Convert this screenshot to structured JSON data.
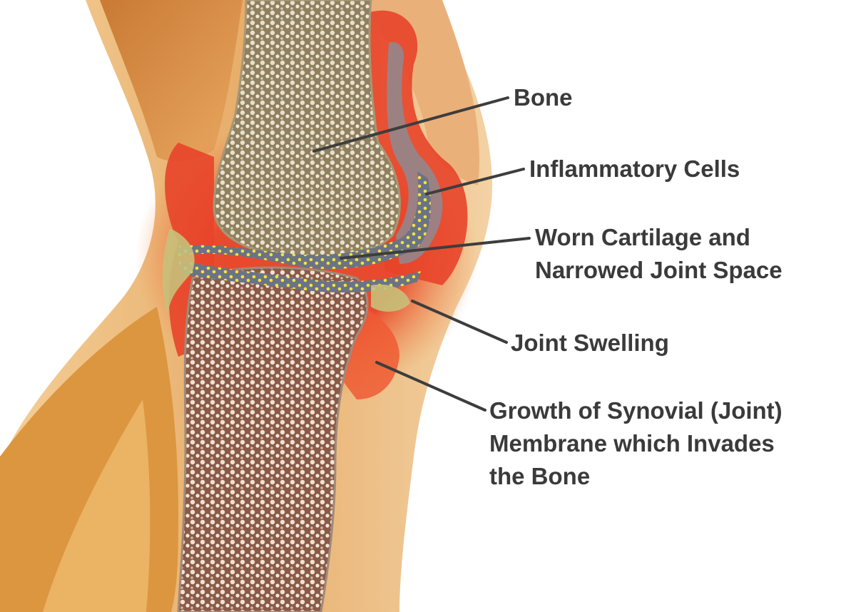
{
  "diagram": {
    "labels": [
      {
        "id": "bone",
        "lines": [
          "Bone"
        ]
      },
      {
        "id": "inflammatory-cells",
        "lines": [
          "Inflammatory Cells"
        ]
      },
      {
        "id": "worn-cartilage",
        "lines": [
          "Worn Cartilage and",
          "Narrowed Joint Space"
        ]
      },
      {
        "id": "joint-swelling",
        "lines": [
          "Joint Swelling"
        ]
      },
      {
        "id": "synovial-growth",
        "lines": [
          "Growth of Synovial (Joint)",
          "Membrane which Invades",
          "the Bone"
        ]
      }
    ]
  },
  "colors": {
    "label_text": "#3a3a3a",
    "leader_line": "#3d3d3d",
    "skin": "#e9b272",
    "muscle": "#d98a3e",
    "inflamed_synovium": "#e8442a",
    "bone_marrow": "#b9a98a",
    "cartilage_cells": "#f2e43a"
  }
}
